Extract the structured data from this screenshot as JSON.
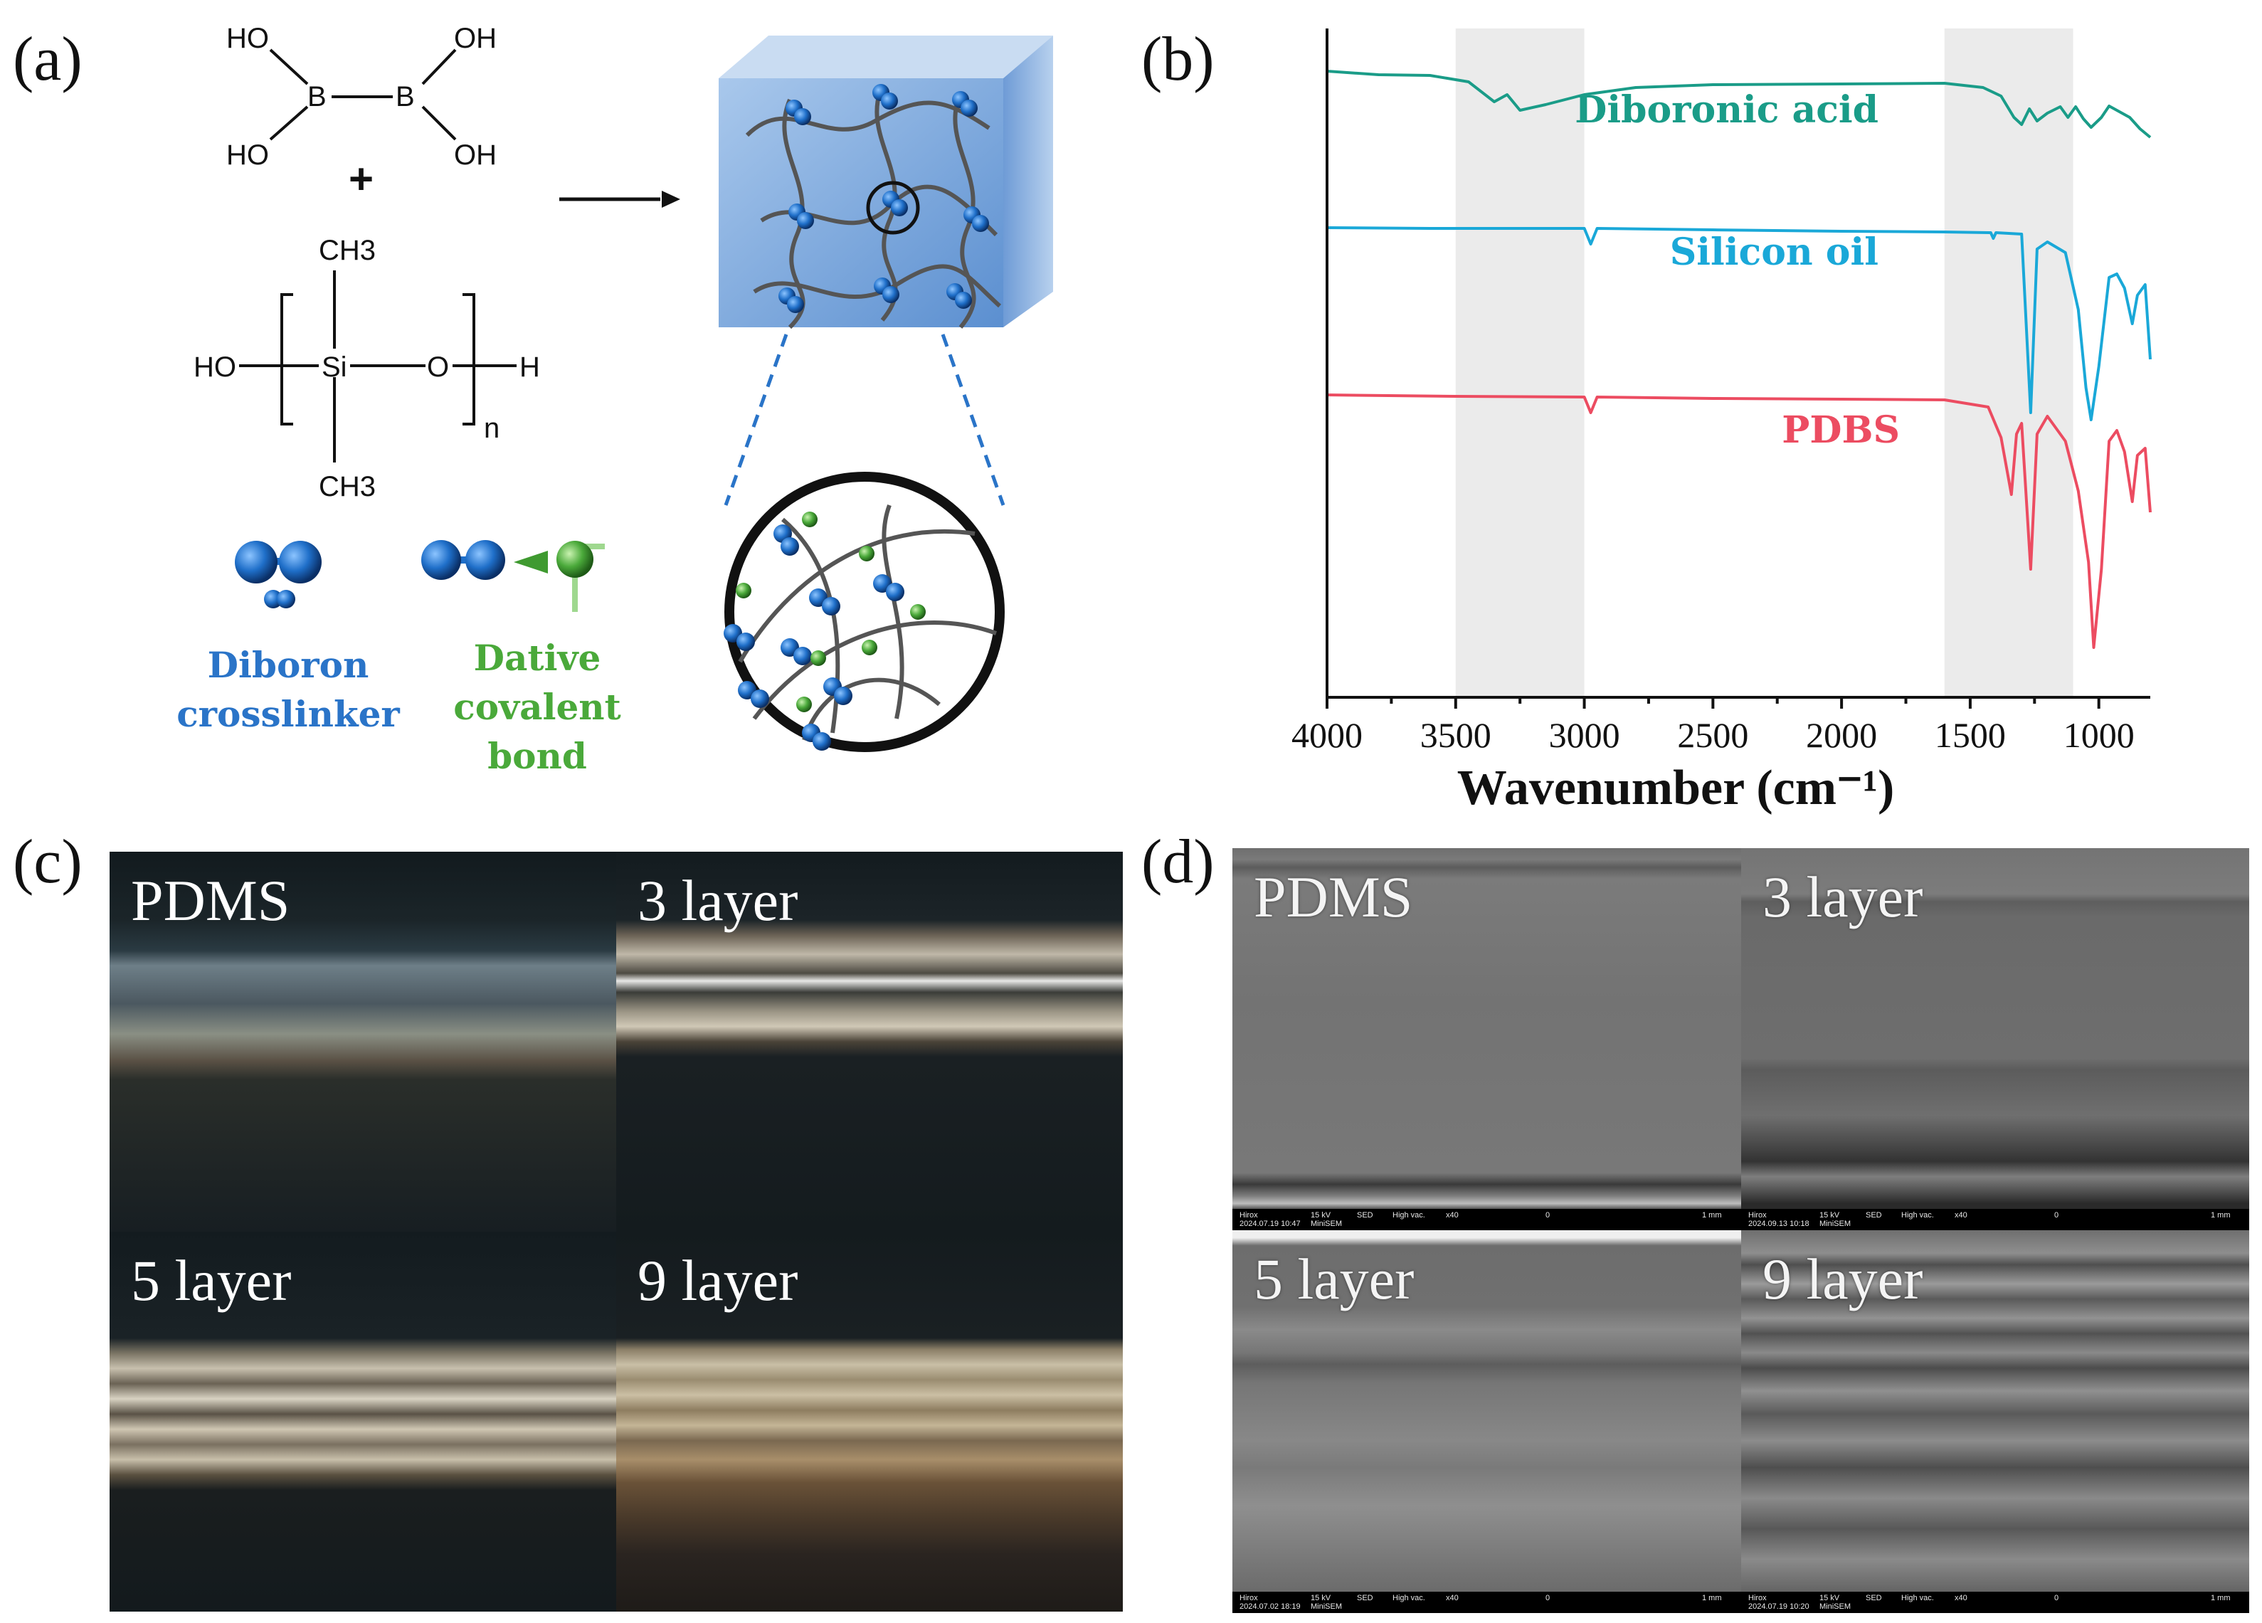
{
  "panels": {
    "a": {
      "label": "(a)",
      "diboronic": {
        "oh_tl": "HO",
        "oh_tr": "OH",
        "oh_bl": "HO",
        "oh_br": "OH",
        "b1": "B",
        "b2": "B"
      },
      "plus": "+",
      "siloxane": {
        "ch3_top": "CH3",
        "ch3_bot": "CH3",
        "ho": "HO",
        "si": "Si",
        "o": "O",
        "h": "H",
        "n": "n"
      },
      "legend": {
        "diboron": [
          "Diboron",
          "crosslinker"
        ],
        "dative": [
          "Dative",
          "covalent",
          "bond"
        ]
      },
      "colors": {
        "diboron": "#1f6fc9",
        "dative": "#4aa93a"
      }
    },
    "b": {
      "label": "(b)"
    },
    "c": {
      "label": "(c)",
      "images": [
        {
          "label": "PDMS"
        },
        {
          "label": "3 layer"
        },
        {
          "label": "5 layer"
        },
        {
          "label": "9 layer"
        }
      ]
    },
    "d": {
      "label": "(d)",
      "images": [
        {
          "label": "PDMS",
          "strip": [
            "Hirox",
            "2024.07.19 10:47",
            "15 kV",
            "MiniSEM",
            "SED",
            "High vac.",
            "x40",
            "0",
            "1 mm"
          ]
        },
        {
          "label": "3 layer",
          "strip": [
            "Hirox",
            "2024.09.13 10:18",
            "15 kV",
            "MiniSEM",
            "SED",
            "High vac.",
            "x40",
            "0",
            "1 mm"
          ]
        },
        {
          "label": "5 layer",
          "strip": [
            "Hirox",
            "2024.07.02 18:19",
            "15 kV",
            "MiniSEM",
            "SED",
            "High vac.",
            "x40",
            "0",
            "1 mm"
          ]
        },
        {
          "label": "9 layer",
          "strip": [
            "Hirox",
            "2024.07.19 10:20",
            "15 kV",
            "MiniSEM",
            "SED",
            "High vac.",
            "x40",
            "0",
            "1 mm"
          ]
        }
      ]
    }
  },
  "chart_data": {
    "type": "line",
    "xlabel": "Wavenumber (cm⁻¹)",
    "x_reversed": true,
    "xlim": [
      4000,
      800
    ],
    "xticks": [
      4000,
      3500,
      3000,
      2500,
      2000,
      1500,
      1000
    ],
    "y_ticks_shown": false,
    "shaded_regions": [
      [
        3500,
        3000
      ],
      [
        1600,
        1100
      ]
    ],
    "series": [
      {
        "name": "Diboronic acid",
        "color": "#1a9c88",
        "points": [
          [
            4000,
            5
          ],
          [
            3800,
            10
          ],
          [
            3600,
            11
          ],
          [
            3450,
            20
          ],
          [
            3350,
            48
          ],
          [
            3300,
            38
          ],
          [
            3250,
            60
          ],
          [
            3150,
            52
          ],
          [
            3000,
            38
          ],
          [
            2800,
            28
          ],
          [
            2500,
            24
          ],
          [
            2000,
            23
          ],
          [
            1600,
            22
          ],
          [
            1450,
            28
          ],
          [
            1380,
            40
          ],
          [
            1330,
            70
          ],
          [
            1300,
            80
          ],
          [
            1270,
            58
          ],
          [
            1240,
            75
          ],
          [
            1200,
            64
          ],
          [
            1150,
            55
          ],
          [
            1120,
            70
          ],
          [
            1090,
            55
          ],
          [
            1060,
            72
          ],
          [
            1030,
            84
          ],
          [
            990,
            70
          ],
          [
            960,
            54
          ],
          [
            930,
            60
          ],
          [
            880,
            70
          ],
          [
            840,
            86
          ],
          [
            800,
            98
          ]
        ]
      },
      {
        "name": "Silicon oil",
        "color": "#1aa8d8",
        "points": [
          [
            4000,
            5
          ],
          [
            3600,
            6
          ],
          [
            3000,
            6
          ],
          [
            2975,
            28
          ],
          [
            2950,
            6
          ],
          [
            2500,
            8
          ],
          [
            2000,
            10
          ],
          [
            1600,
            11
          ],
          [
            1420,
            12
          ],
          [
            1410,
            20
          ],
          [
            1400,
            12
          ],
          [
            1300,
            14
          ],
          [
            1265,
            265
          ],
          [
            1240,
            35
          ],
          [
            1200,
            25
          ],
          [
            1130,
            40
          ],
          [
            1080,
            120
          ],
          [
            1050,
            230
          ],
          [
            1030,
            275
          ],
          [
            1000,
            200
          ],
          [
            960,
            75
          ],
          [
            930,
            70
          ],
          [
            900,
            90
          ],
          [
            870,
            140
          ],
          [
            850,
            100
          ],
          [
            820,
            85
          ],
          [
            800,
            190
          ]
        ]
      },
      {
        "name": "PDBS",
        "color": "#ec4c61",
        "points": [
          [
            4000,
            5
          ],
          [
            3500,
            7
          ],
          [
            3000,
            8
          ],
          [
            2975,
            30
          ],
          [
            2950,
            8
          ],
          [
            2500,
            10
          ],
          [
            2000,
            11
          ],
          [
            1600,
            12
          ],
          [
            1430,
            22
          ],
          [
            1380,
            65
          ],
          [
            1340,
            145
          ],
          [
            1320,
            60
          ],
          [
            1300,
            45
          ],
          [
            1265,
            250
          ],
          [
            1240,
            60
          ],
          [
            1200,
            35
          ],
          [
            1130,
            70
          ],
          [
            1080,
            140
          ],
          [
            1040,
            240
          ],
          [
            1020,
            360
          ],
          [
            990,
            250
          ],
          [
            960,
            70
          ],
          [
            930,
            55
          ],
          [
            900,
            85
          ],
          [
            870,
            155
          ],
          [
            850,
            90
          ],
          [
            820,
            80
          ],
          [
            800,
            170
          ]
        ]
      }
    ]
  }
}
